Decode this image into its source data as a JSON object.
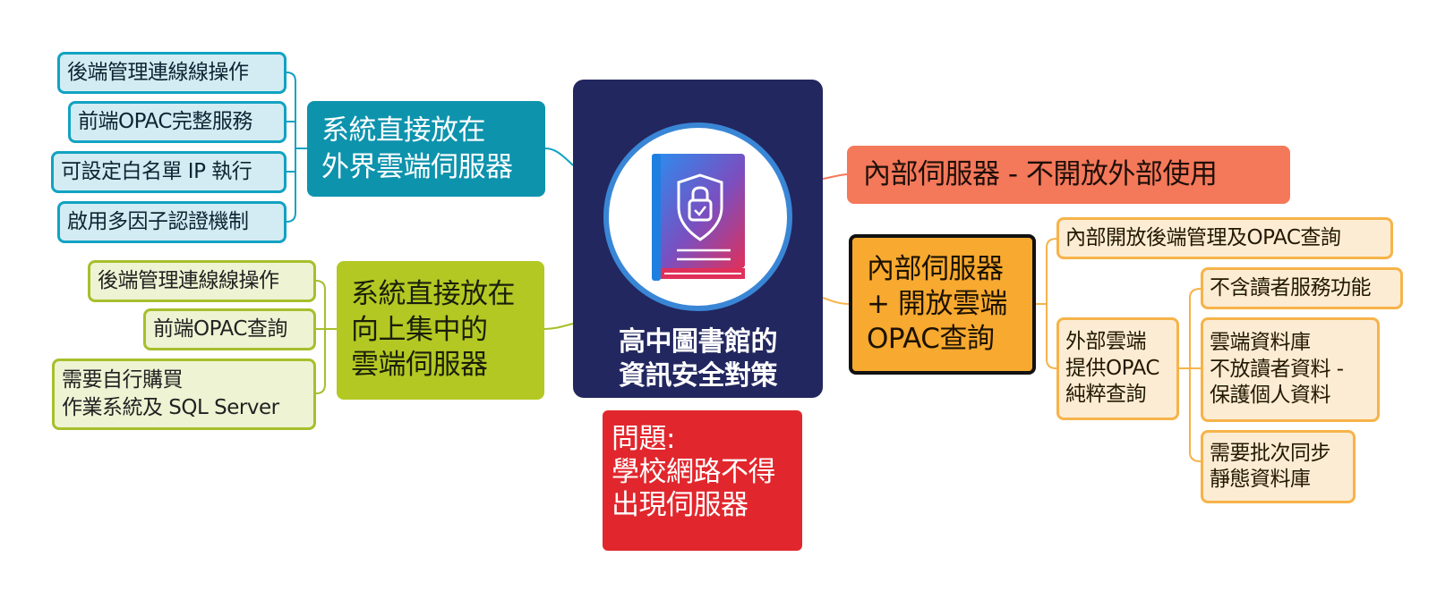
{
  "center": {
    "title": "高中圖書館的\n資訊安全對策",
    "icon": "book-shield-lock-icon"
  },
  "problem": {
    "text": "問題:\n學校網路不得\n出現伺服器"
  },
  "branches": {
    "teal": {
      "label": "系統直接放在\n外界雲端伺服器",
      "items": [
        "後端管理連線線操作",
        "前端OPAC完整服務",
        "可設定白名單 IP 執行",
        "啟用多因子認證機制"
      ],
      "colors": {
        "fill": "#0e93ad",
        "line": "#12a2c2"
      }
    },
    "green": {
      "label": "系統直接放在\n向上集中的\n雲端伺服器",
      "items": [
        "後端管理連線線操作",
        "前端OPAC查詢",
        "需要自行購買\n作業系統及 SQL Server"
      ],
      "colors": {
        "fill": "#b3c823",
        "line": "#a7bf2c"
      }
    },
    "orange": {
      "label": "內部伺服器 - 不開放外部使用",
      "colors": {
        "fill": "#f4785a"
      }
    },
    "amber": {
      "label": "內部伺服器\n + 開放雲端\nOPAC查詢",
      "items": [
        "內部開放後端管理及OPAC查詢",
        "外部雲端\n提供OPAC\n純粹查詢"
      ],
      "sub_items": [
        "不含讀者服務功能",
        "雲端資料庫\n不放讀者資料 -\n保護個人資料",
        "需要批次同步\n靜態資料庫"
      ],
      "colors": {
        "fill": "#f7a930",
        "line": "#f6b34a",
        "sub_fill": "#fdecd4"
      }
    }
  },
  "center_colors": {
    "fill": "#22275f",
    "ring": "#3a86d6",
    "problem": "#e1272d"
  }
}
